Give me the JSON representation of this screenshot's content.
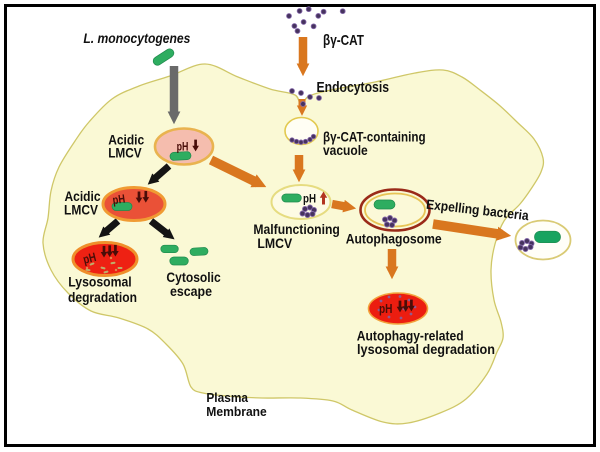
{
  "figure": {
    "labels": {
      "bacterium": "L. monocytogenes",
      "toxin": "βγ-CAT",
      "endocytosis": "Endocytosis",
      "vacuole_line1": "βγ-CAT-containing",
      "vacuole_line2": "vacuole",
      "acidic_lmcv1_line1": "Acidic",
      "acidic_lmcv1_line2": "LMCV",
      "acidic_lmcv2_line1": "Acidic",
      "acidic_lmcv2_line2": "LMCV",
      "malfunctioning_line1": "Malfunctioning",
      "malfunctioning_line2": "LMCV",
      "autophagosome": "Autophagosome",
      "expelling_bacteria": "Expelling bacteria",
      "lysosomal_line1": "Lysosomal",
      "lysosomal_line2": "degradation",
      "cytosolic_line1": "Cytosolic",
      "cytosolic_line2": "escape",
      "autophagy_line1": "Autophagy-related",
      "autophagy_line2": "lysosomal degradation",
      "plasma_line1": "Plasma",
      "plasma_line2": "Membrane"
    },
    "ph": {
      "acidic_lmcv1": {
        "text": "pH",
        "arrow": "↓",
        "direction": "down",
        "count": 1
      },
      "acidic_lmcv2": {
        "text": "pH",
        "arrow": "↓↓",
        "direction": "down",
        "count": 2
      },
      "lysosome": {
        "text": "pH",
        "arrow": "↓↓↓",
        "direction": "down",
        "count": 3
      },
      "malfunctioning": {
        "text": "pH",
        "arrow": "↑",
        "direction": "up",
        "count": 1
      },
      "autolysosome": {
        "text": "pH",
        "arrow": "↓↓↓",
        "direction": "down",
        "count": 3
      }
    },
    "colors": {
      "background": "#ffffff",
      "frame": "#000000",
      "cell_fill": "#faf9d5",
      "cell_membrane": "#cfc768",
      "orange_arrow": "#d9771f",
      "gray_arrow": "#6a6a6a",
      "black_arrow": "#141414",
      "bacterium_green": "#2ead60",
      "bacterium_green_dark": "#17a35f",
      "toxin_purple": "#46335e",
      "toxin_purple_light": "#8265a8",
      "vacuole_fill": "#fffef4",
      "vacuole_border": "#e2c94f",
      "acidic_lmcv1_fill": "#f5bdae",
      "acidic_lmcv1_border": "#e9b34f",
      "acidic_lmcv2_fill": "#ea5137",
      "acidic_lmcv2_border": "#f09b33",
      "lysosome_fill": "#ee2113",
      "lysosome_border": "#ef8f2b",
      "malfunctioning_fill": "#fdfbe4",
      "malfunctioning_border": "#e6dc80",
      "autophagosome_outer": "#9a2a18",
      "autophagosome_border": "#e7c456",
      "autophagosome_fill": "#fbf9d8",
      "autolysosome_fill": "#ec1d10",
      "autolysosome_border": "#f2a23c",
      "expelled_vesicle_fill": "#fffef8",
      "expelled_vesicle_border": "#d9ca74",
      "ph_dark_red": "#4a0d08",
      "ph_up_red": "#b23420",
      "label_text": "#111111"
    }
  }
}
